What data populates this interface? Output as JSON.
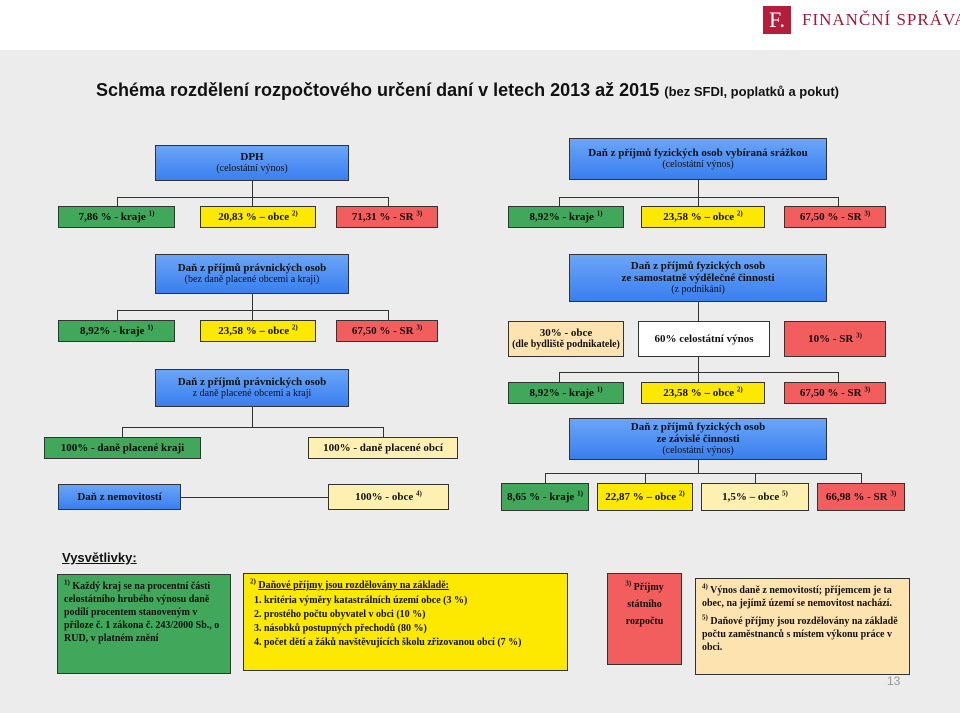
{
  "header": {
    "logo_letter": "F.",
    "logo_text": "FINANČNÍ SPRÁVA"
  },
  "title": {
    "main": "Schéma rozdělení rozpočtového určení daní v letech 2013 až 2015",
    "note": "(bez SFDI, poplatků a pokut)"
  },
  "left": {
    "dph": {
      "title": "DPH",
      "sub": "(celostátní výnos)"
    },
    "dph_splits": [
      {
        "text": "7,86 % - kraje",
        "sup": "1)"
      },
      {
        "text": "20,83 % – obce",
        "sup": "2)"
      },
      {
        "text": "71,31 % - SR",
        "sup": "3)"
      }
    ],
    "dppo": {
      "title": "Daň z příjmů právnických osob",
      "sub": "(bez daně placené obcemi a kraji)"
    },
    "dppo_splits": [
      {
        "text": "8,92% - kraje",
        "sup": "1)"
      },
      {
        "text": "23,58 % – obce",
        "sup": "2)"
      },
      {
        "text": "67,50 % - SR",
        "sup": "3)"
      }
    ],
    "dppo2": {
      "title": "Daň z příjmů právnických osob",
      "sub": "z daně placené obcemi a kraji"
    },
    "dppo2_splits": [
      {
        "text": "100% - daně placené kraji"
      },
      {
        "text": "100% - daně placené obcí"
      }
    ],
    "dnem": {
      "title": "Daň z nemovitostí"
    },
    "dnem_split": {
      "text": "100% - obce",
      "sup": "4)"
    }
  },
  "right": {
    "srazka": {
      "title": "Daň z příjmů fyzických osob vybíraná srážkou",
      "sub": "(celostátní výnos)"
    },
    "srazka_splits": [
      {
        "text": "8,92% - kraje",
        "sup": "1)"
      },
      {
        "text": "23,58 % – obce",
        "sup": "2)"
      },
      {
        "text": "67,50 % - SR",
        "sup": "3)"
      }
    ],
    "osvc": {
      "title": "Daň z příjmů fyzických osob",
      "title2": "ze samostatně výdělečné činnosti",
      "sub": "(z podnikání)"
    },
    "osvc_mid": [
      {
        "text": "30% - obce",
        "sub": "(dle bydliště podnikatele)"
      },
      {
        "text": "60% celostátní výnos"
      },
      {
        "text": "10% - SR",
        "sup": "3)"
      }
    ],
    "osvc_splits": [
      {
        "text": "8,92% - kraje",
        "sup": "1)"
      },
      {
        "text": "23,58 % – obce",
        "sup": "2)"
      },
      {
        "text": "67,50 % - SR",
        "sup": "3)"
      }
    ],
    "zc": {
      "title": "Daň z příjmů fyzických osob",
      "title2": "ze závislé činnosti",
      "sub": "(celostátní výnos)"
    },
    "zc_splits": [
      {
        "text": "8,65 % - kraje",
        "sup": "1)"
      },
      {
        "text": "22,87 % – obce",
        "sup": "2)"
      },
      {
        "text": "1,5% – obce",
        "sup": "5)"
      },
      {
        "text": "66,98 % - SR",
        "sup": "3)"
      }
    ]
  },
  "legend": {
    "title": "Vysvětlivky:",
    "n1_sup": "1)",
    "n1": "Každý kraj se na procentní části celostátního hrubého výnosu daně podílí procentem stanoveným v příloze č. 1 zákona č. 243/2000 Sb., o RUD, v platném znění",
    "n2_sup": "2)",
    "n2_title": "Daňové příjmy jsou rozdělovány na základě:",
    "n2_items": [
      "kritéria výměry katastrálních území obce (3 %)",
      "prostého počtu obyvatel v obci (10 %)",
      "násobků postupných přechodů (80 %)",
      "počet dětí a žáků navštěvujících školu zřizovanou obcí (7 %)"
    ],
    "n3_sup": "3)",
    "n3": "Příjmy státního rozpočtu",
    "n4_sup": "4)",
    "n4": "Výnos daně z nemovitostí; příjemcem je ta obec, na jejímž území se nemovitost nachází.",
    "n5_sup": "5)",
    "n5": "Daňové příjmy jsou rozdělovány na základě počtu zaměstnanců s místem výkonu práce v obci."
  },
  "page_number": "13",
  "colors": {
    "blue": "#3a7ff0",
    "green": "#41a85b",
    "yellow": "#fde900",
    "red": "#f25d5d",
    "brand": "#b41e3c"
  }
}
